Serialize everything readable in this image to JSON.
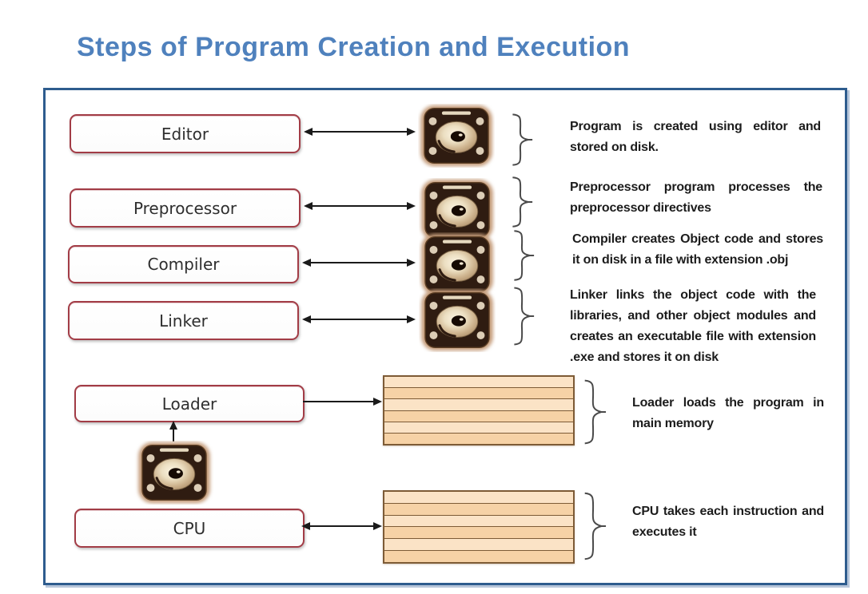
{
  "page_title": "Steps of Program Creation and Execution",
  "colors": {
    "accent_blue": "#4f81bd",
    "frame_border": "#2e5c8e",
    "box_border": "#a23c46",
    "arrow_color": "#1a1a1a",
    "text_color": "#1c1c1c",
    "memory_fill_a": "#fbe3c6",
    "memory_fill_b": "#f6d2a6",
    "memory_line": "#7d5b36"
  },
  "diagram": {
    "rows": [
      {
        "label": "Editor",
        "icon": "disk-icon",
        "description": "Program is created using editor and stored on disk."
      },
      {
        "label": "Preprocessor",
        "icon": "disk-icon",
        "description": "Preprocessor program processes the preprocessor directives"
      },
      {
        "label": "Compiler",
        "icon": "disk-icon",
        "description": "Compiler creates Object code and stores it on disk in a file with extension .obj"
      },
      {
        "label": "Linker",
        "icon": "disk-icon",
        "description": "Linker links the object code with the libraries, and other object modules and creates an executable file with extension .exe and stores it on disk"
      },
      {
        "label": "Loader",
        "icon": "main-memory-block",
        "description": "Loader loads the program in main memory"
      },
      {
        "label": "CPU",
        "icon": "main-memory-block",
        "description": "CPU takes each instruction and executes it"
      }
    ]
  }
}
